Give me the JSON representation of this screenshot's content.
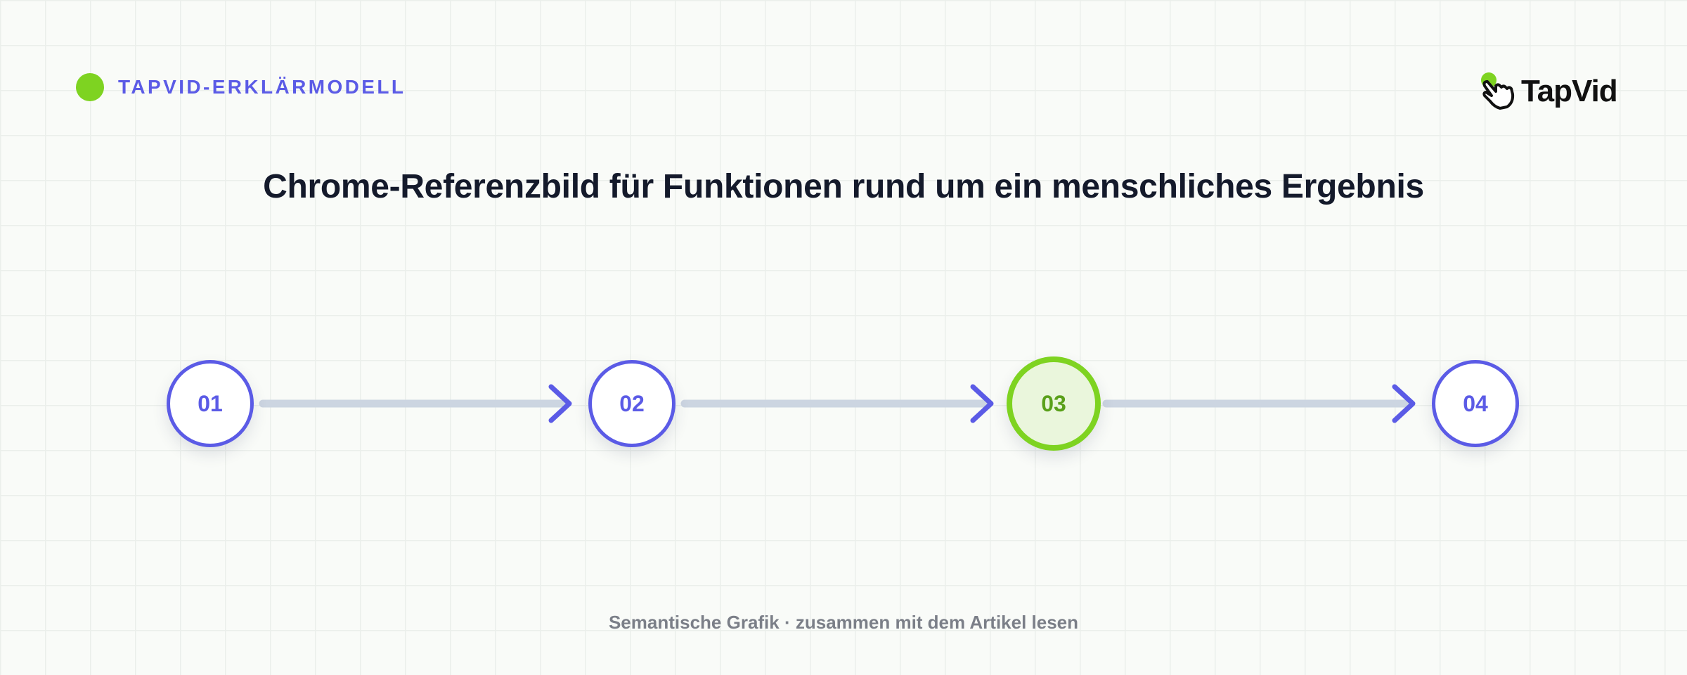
{
  "header": {
    "tag_label": "TAPVID-ERKLÄRMODELL",
    "logo_text": "TapVid"
  },
  "title": "Chrome-Referenzbild für Funktionen rund um ein menschliches Ergebnis",
  "steps": [
    {
      "label": "01",
      "active": false
    },
    {
      "label": "02",
      "active": false
    },
    {
      "label": "03",
      "active": true
    },
    {
      "label": "04",
      "active": false
    }
  ],
  "caption": "Semantische Grafik · zusammen mit dem Artikel lesen",
  "colors": {
    "accent": "#5b5be6",
    "highlight": "#7ed321",
    "connector": "#ccd5e1",
    "title": "#141a2b",
    "caption": "#7b7f88"
  },
  "icons": {
    "tag": "green-dot-icon",
    "logo": "pointing-hand-icon",
    "connector": "arrow-right-icon"
  }
}
